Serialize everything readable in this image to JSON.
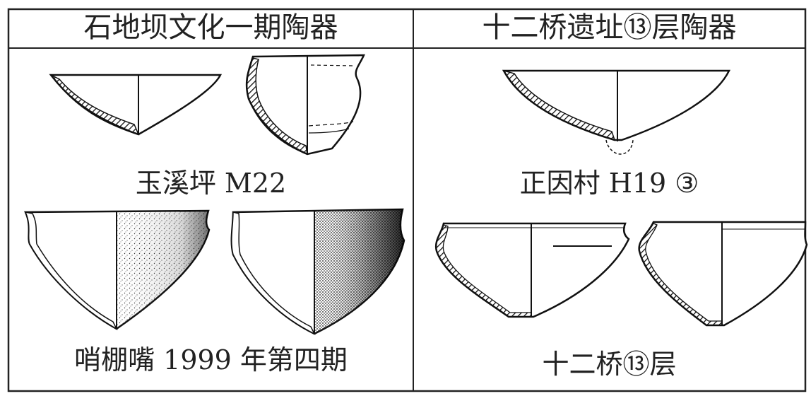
{
  "table": {
    "left": {
      "header": "石地坝文化一期陶器",
      "groups": [
        {
          "caption": "玉溪坪 M22"
        },
        {
          "caption": "哨棚嘴 1999 年第四期"
        }
      ]
    },
    "right": {
      "header": "十二桥遗址⑬层陶器",
      "groups": [
        {
          "caption": "正因村 H19 ③"
        },
        {
          "caption": "十二桥⑬层"
        }
      ]
    }
  }
}
